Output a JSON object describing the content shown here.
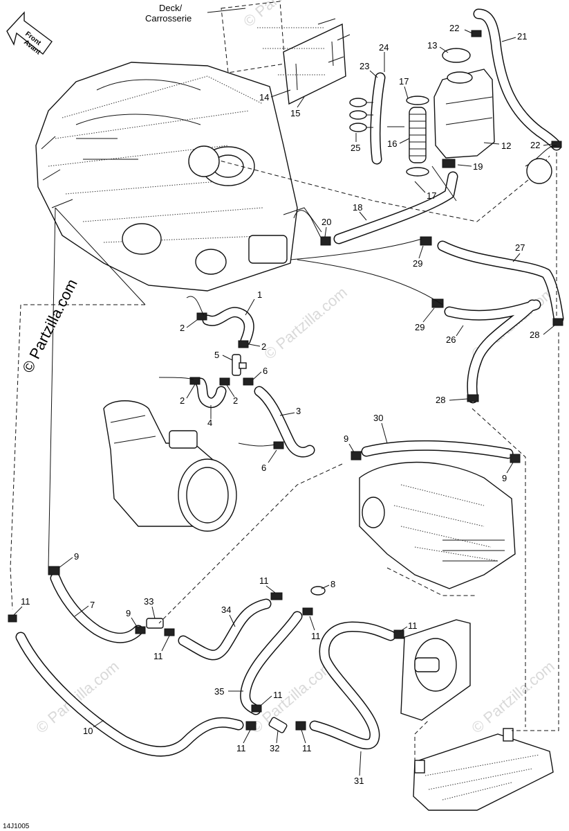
{
  "diagram": {
    "deck_label_line1": "Deck/",
    "deck_label_line2": "Carrosserie",
    "front_label_line1": "Front",
    "front_label_line2": "Avant",
    "watermark": "© Partzilla.com",
    "figure_code": "14J1005",
    "callouts": [
      "1",
      "2",
      "2",
      "2",
      "2",
      "3",
      "4",
      "5",
      "6",
      "6",
      "7",
      "8",
      "9",
      "9",
      "9",
      "9",
      "10",
      "11",
      "11",
      "11",
      "11",
      "11",
      "11",
      "11",
      "11",
      "12",
      "13",
      "14",
      "15",
      "16",
      "17",
      "17",
      "18",
      "19",
      "20",
      "21",
      "22",
      "22",
      "23",
      "24",
      "25",
      "26",
      "27",
      "28",
      "28",
      "29",
      "29",
      "30",
      "31",
      "32",
      "33",
      "34",
      "35"
    ]
  }
}
